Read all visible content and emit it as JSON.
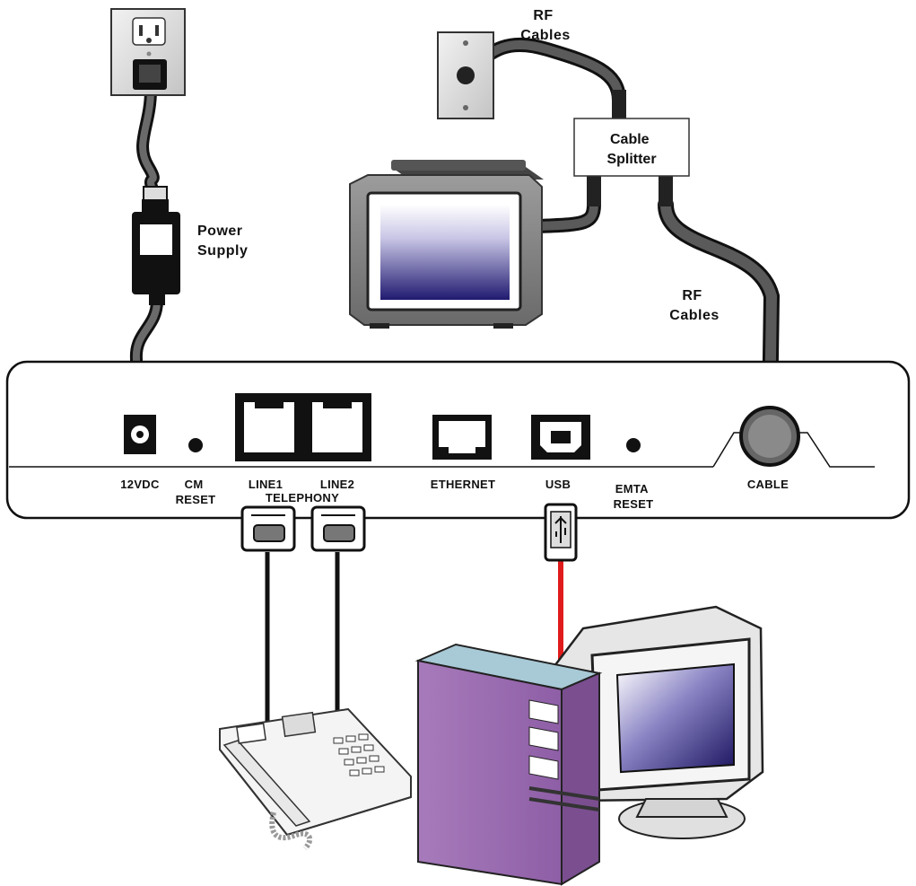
{
  "labels": {
    "rf_cables_top": [
      "RF",
      "Cables"
    ],
    "rf_cables_right": [
      "RF",
      "Cables"
    ],
    "cable_splitter": [
      "Cable",
      "Splitter"
    ],
    "power_supply": [
      "Power",
      "Supply"
    ]
  },
  "ports": {
    "dc_12v": [
      "12VDC"
    ],
    "cm_reset": [
      "CM",
      "RESET"
    ],
    "line1": [
      "LINE1"
    ],
    "line2": [
      "LINE2"
    ],
    "telephony": [
      "TELEPHONY"
    ],
    "ethernet": [
      "ETHERNET"
    ],
    "usb": [
      "USB"
    ],
    "emta_reset": [
      "EMTA",
      "RESET"
    ],
    "cable": [
      "CABLE"
    ]
  },
  "colors": {
    "cable_gray": "#555555",
    "usb_cable": "#e01b1b",
    "pc_tower": "#9966aa",
    "tv_screen": "#2a237a"
  }
}
